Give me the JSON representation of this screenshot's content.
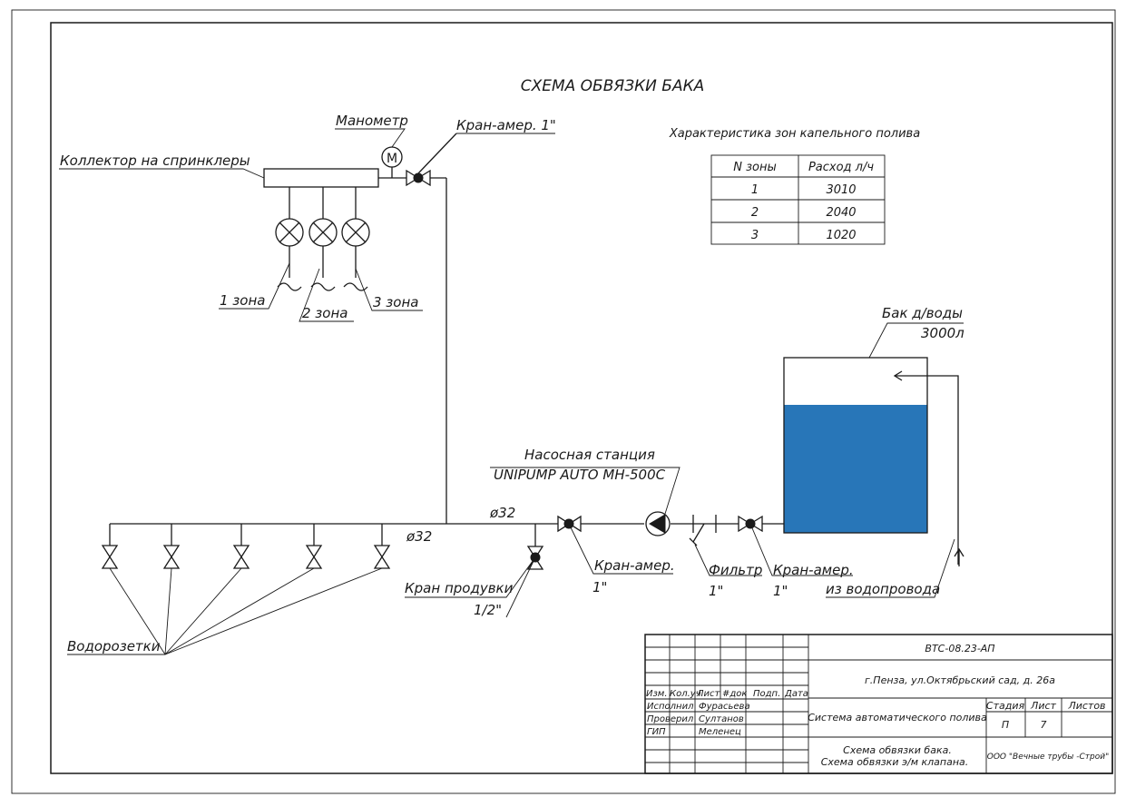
{
  "title": "СХЕМА ОБВЯЗКИ БАКА",
  "labels": {
    "manometer": "Манометр",
    "collector": "Коллектор на спринклеры",
    "valve_top": "Кран-амер. 1\"",
    "zone1": "1 зона",
    "zone2": "2 зона",
    "zone3": "3 зона",
    "tank_name": "Бак д/воды",
    "tank_volume": "3000л",
    "pump_name": "Насосная станция",
    "pump_model": "UNIPUMP AUTO MH-500C",
    "d32_top": "ø32",
    "d32_bottom": "ø32",
    "valve_pump": "Кран-амер.",
    "valve_pump_size": "1\"",
    "purge_valve": "Кран продувки",
    "purge_size": "1/2\"",
    "filter": "Фильтр",
    "filter_size": "1\"",
    "valve_tank": "Кран-амер.",
    "valve_tank_size": "1\"",
    "water_supply": "из водопровода",
    "outlets": "Водорозетки",
    "gauge_letter": "M"
  },
  "zones_table": {
    "caption": "Характеристика зон капельного полива",
    "headers": [
      "N зоны",
      "Расход л/ч"
    ],
    "rows": [
      [
        "1",
        "3010"
      ],
      [
        "2",
        "2040"
      ],
      [
        "3",
        "1020"
      ]
    ]
  },
  "stamp": {
    "code": "ВТС-08.23-АП",
    "address": "г.Пенза, ул.Октябрьский сад, д. 26а",
    "col_izm": "Изм.",
    "col_koluch": "Кол.уч",
    "col_list": "Лист",
    "col_ndok": "#док",
    "col_podp": "Подп.",
    "col_data": "Дата",
    "role_executed": "Исполнил",
    "role_checked": "Проверил",
    "role_gip": "ГИП",
    "name_executed": "Фурасьева",
    "name_checked": "Султанов",
    "name_gip": "Меленец",
    "system": "Система автоматического полива",
    "stage_label": "Стадия",
    "sheet_label": "Лист",
    "sheets_label": "Листов",
    "stage": "П",
    "sheet": "7",
    "sheets": "",
    "drawing_line1": "Схема обвязки бака.",
    "drawing_line2": "Схема обвязки э/м клапана.",
    "company": "ООО \"Вечные трубы -Строй\""
  },
  "colors": {
    "water": "#2876b8",
    "line": "#1a1a1a"
  }
}
